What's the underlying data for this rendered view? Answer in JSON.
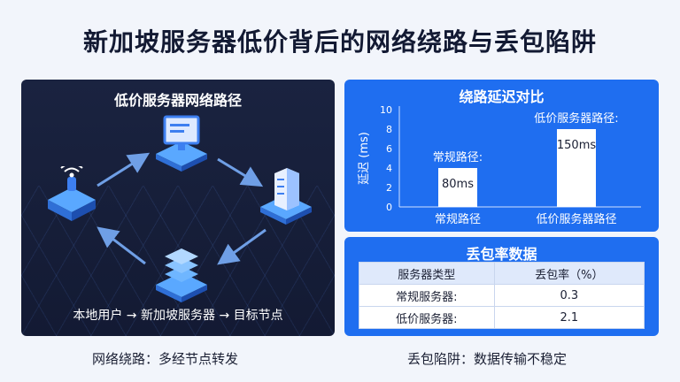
{
  "title": "新加坡服务器低价背后的网络绕路与丢包陷阱",
  "left_panel": {
    "title": "低价服务器网络路径",
    "caption": "本地用户 → 新加坡服务器 → 目标节点"
  },
  "latency_chart": {
    "title": "绕路延迟对比",
    "chart_data": {
      "type": "bar",
      "categories": [
        "常规路径",
        "低价服务器路径"
      ],
      "values": [
        4,
        8
      ],
      "ylim": [
        0,
        10
      ],
      "yticks": [
        0,
        2,
        4,
        6,
        8,
        10
      ],
      "ylabel": "延迟 (ms)",
      "annotations": [
        "常规路径:",
        "低价服务器路径:"
      ],
      "value_labels": [
        "80ms",
        "150ms"
      ]
    }
  },
  "loss_table": {
    "title": "丢包率数据",
    "headers": [
      "服务器类型",
      "丢包率（%）"
    ],
    "rows": [
      [
        "常规服务器:",
        "0.3"
      ],
      [
        "低价服务器:",
        "2.1"
      ]
    ]
  },
  "captions": {
    "left": "网络绕路：多经节点转发",
    "right": "丢包陷阱：数据传输不稳定"
  }
}
